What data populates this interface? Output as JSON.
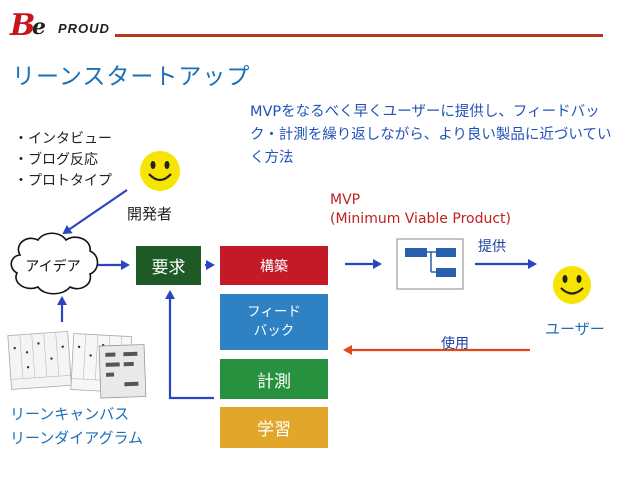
{
  "logo": {
    "brand": "Be PROUD"
  },
  "title": "リーンスタートアップ",
  "description": "MVPをなるべく早くユーザーに提供し、フィードバック・計測を繰り返しながら、より良い製品に近づいていく方法",
  "bullets": [
    "・インタビュー",
    "・ブログ反応",
    "・プロトタイプ"
  ],
  "developer": "開発者",
  "idea": "アイデア",
  "requirement": "要求",
  "mvp": {
    "line1": "MVP",
    "line2": "(Minimum Viable Product)"
  },
  "build": "構築",
  "feedback": {
    "line1": "フィード",
    "line2": "バック"
  },
  "measure": "計測",
  "learn": "学習",
  "deliver": "提供",
  "use": "使用",
  "user": "ユーザー",
  "canvas": {
    "line1": "リーンキャンバス",
    "line2": "リーンダイアグラム"
  },
  "colors": {
    "title": "#1a6fb7",
    "description": "#2252b8",
    "arrow": "#2a45c0",
    "use_arrow": "#e04a1a",
    "requirement": "#1e5a26",
    "build": "#c41a28",
    "feedback": "#2e82c4",
    "measure": "#28913f",
    "learn": "#e2a62a",
    "smiley": "#f6e500"
  },
  "icons": [
    "smiley-developer-icon",
    "smiley-user-icon",
    "mvp-diagram-icon",
    "lean-canvas-thumbnail",
    "idea-cloud-shape"
  ]
}
